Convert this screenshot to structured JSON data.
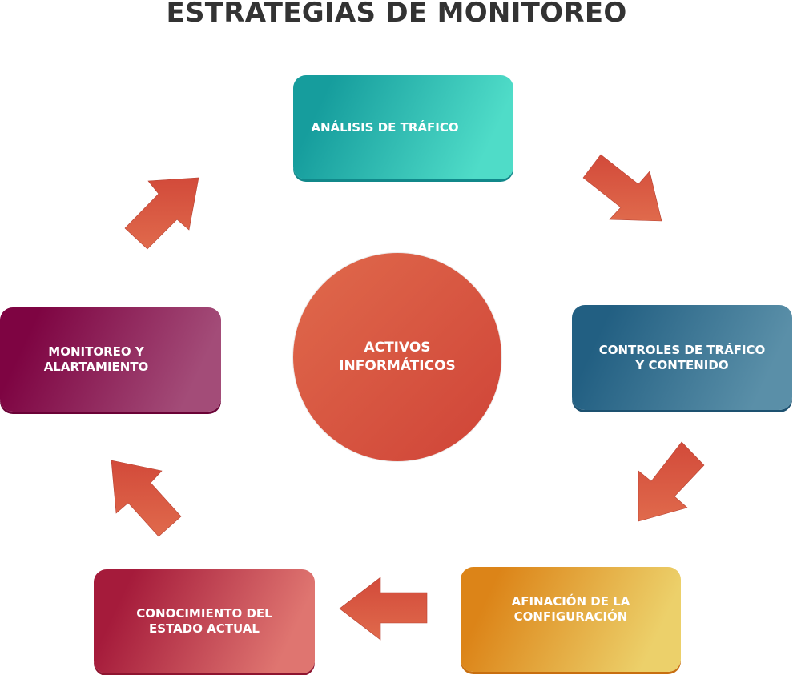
{
  "title": "ESTRATEGIAS DE MONITOREO",
  "center": {
    "label": "ACTIVOS\nINFORMÁTICOS",
    "color_start": "#e06a4c",
    "color_end": "#cf4337"
  },
  "steps": [
    {
      "label": "ANÁLISIS DE TRÁFICO",
      "color_start": "#169d9d",
      "color_end": "#4fdcc8",
      "shadow": "#11888a"
    },
    {
      "label": "CONTROLES DE TRÁFICO\nY CONTENIDO",
      "color_start": "#225f82",
      "color_end": "#5a8fa8",
      "shadow": "#1d5170"
    },
    {
      "label": "AFINACIÓN DE LA\nCONFIGURACIÓN",
      "color_start": "#dc8418",
      "color_end": "#ecd06a",
      "shadow": "#c86f10"
    },
    {
      "label": "CONOCIMIENTO DEL\nESTADO ACTUAL",
      "color_start": "#a51b3b",
      "color_end": "#df7570",
      "shadow": "#8e1530"
    },
    {
      "label": "MONITOREO Y\nALARTAMIENTO",
      "color_start": "#7e0442",
      "color_end": "#a34c78",
      "shadow": "#6a0236"
    }
  ],
  "arrows": {
    "color_start": "#d24a3a",
    "color_end": "#e06a4c",
    "directions": [
      "down-right",
      "down-left",
      "left",
      "up-left",
      "up-right"
    ]
  }
}
